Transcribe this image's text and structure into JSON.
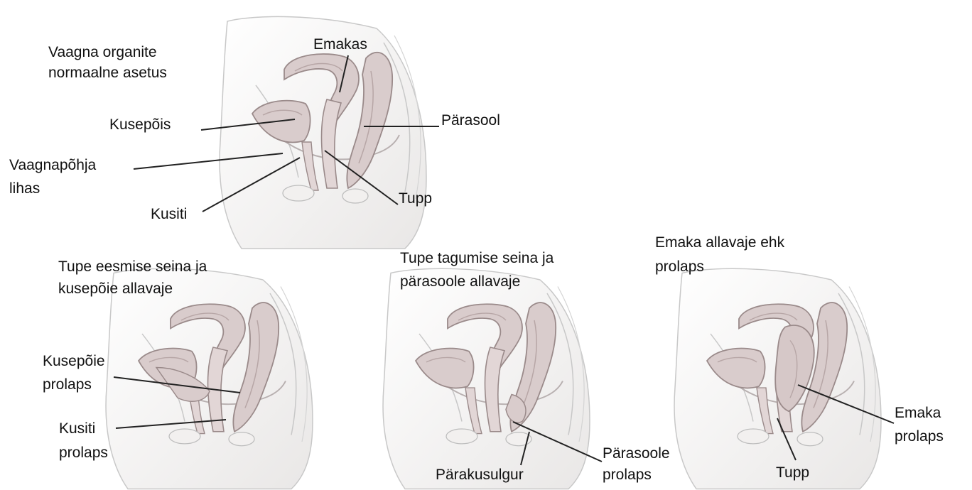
{
  "panels": {
    "normal": {
      "title_line1": "Vaagna organite",
      "title_line2": "normaalne asetus",
      "labels": {
        "emakas": "Emakas",
        "kusepois": "Kusepõis",
        "parasool": "Pärasool",
        "vaagnapohja_line1": "Vaagnapõhja",
        "vaagnapohja_line2": "lihas",
        "kusiti": "Kusiti",
        "tupp": "Tupp"
      }
    },
    "anterior": {
      "title_line1": "Tupe eesmise seina ja",
      "title_line2": "kusepõie allavaje",
      "labels": {
        "kusepoie_prolaps_line1": "Kusepõie",
        "kusepoie_prolaps_line2": "prolaps",
        "kusiti_prolaps_line1": "Kusiti",
        "kusiti_prolaps_line2": "prolaps"
      }
    },
    "posterior": {
      "title_line1": "Tupe tagumise seina ja",
      "title_line2": "pärasoole allavaje",
      "labels": {
        "parakusulgur": "Pärakusulgur",
        "parasoole_prolaps_line1": "Pärasoole",
        "parasoole_prolaps_line2": "prolaps"
      }
    },
    "uterine": {
      "title_line1": "Emaka allavaje ehk",
      "title_line2": "prolaps",
      "labels": {
        "emaka_prolaps_line1": "Emaka",
        "emaka_prolaps_line2": "prolaps",
        "tupp": "Tupp"
      }
    }
  },
  "colors": {
    "organ_fill": "#d9cccc",
    "organ_stroke": "#9a8a8a",
    "body_fill": "#f0efee",
    "body_stroke": "#b4b4b4",
    "leader_line": "#222222"
  }
}
